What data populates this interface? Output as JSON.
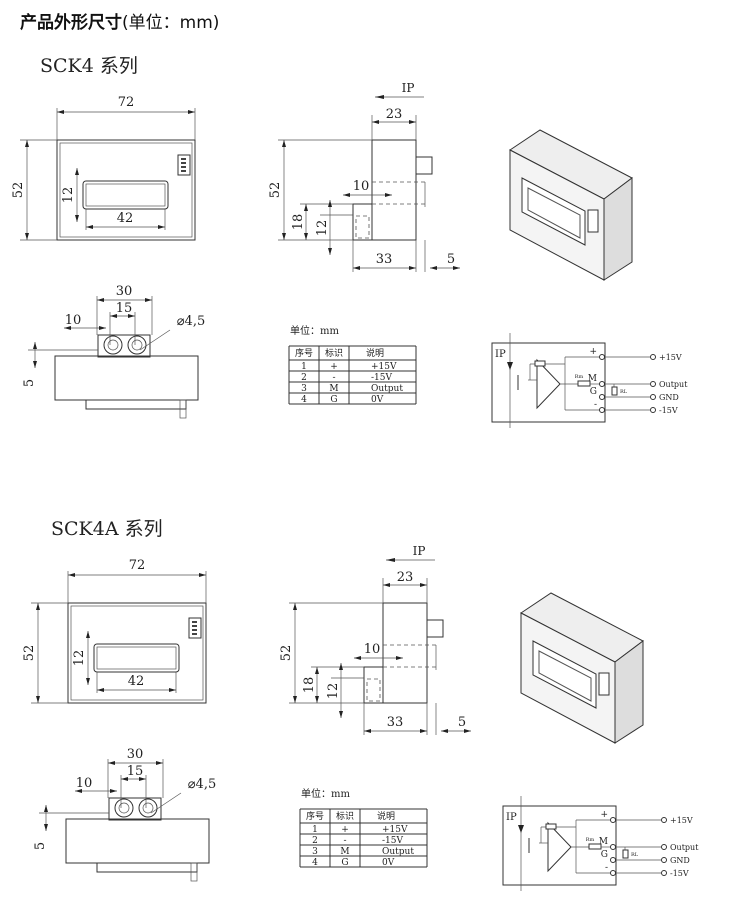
{
  "page_title": "产品外形尺寸",
  "page_title_unit": "(单位：mm)",
  "series": [
    {
      "name": "SCK4 系列",
      "dims": {
        "width": "72",
        "height": "52",
        "window_h": "12",
        "window_w": "42",
        "depth": "23",
        "ten": "10",
        "eighteen": "18",
        "twelve": "12",
        "thirtythree": "33",
        "five": "5",
        "thirty": "30",
        "fifteen": "15",
        "ten_b": "10",
        "hole": "⌀4,5",
        "five_b": "5"
      },
      "ip_label": "IP",
      "unit_label": "单位：mm"
    },
    {
      "name": "SCK4A 系列",
      "dims": {
        "width": "72",
        "height": "52",
        "window_h": "12",
        "window_w": "42",
        "depth": "23",
        "ten": "10",
        "eighteen": "18",
        "twelve": "12",
        "thirtythree": "33",
        "five": "5",
        "thirty": "30",
        "fifteen": "15",
        "ten_b": "10",
        "hole": "⌀4,5",
        "five_b": "5"
      },
      "ip_label": "IP",
      "unit_label": "单位：mm"
    }
  ],
  "pin_table": {
    "headers": [
      "序号",
      "标识",
      "说明"
    ],
    "rows": [
      [
        "1",
        "+",
        "+15V"
      ],
      [
        "2",
        "-",
        "-15V"
      ],
      [
        "3",
        "M",
        "Output"
      ],
      [
        "4",
        "G",
        "0V"
      ]
    ]
  },
  "circuit": {
    "ip": "IP",
    "rm": "Rm",
    "rl": "RL",
    "plus": "+",
    "minus": "-",
    "m": "M",
    "g": "G",
    "out_plus": "+15V",
    "out_output": "Output",
    "out_gnd": "GND",
    "out_minus": "-15V"
  }
}
